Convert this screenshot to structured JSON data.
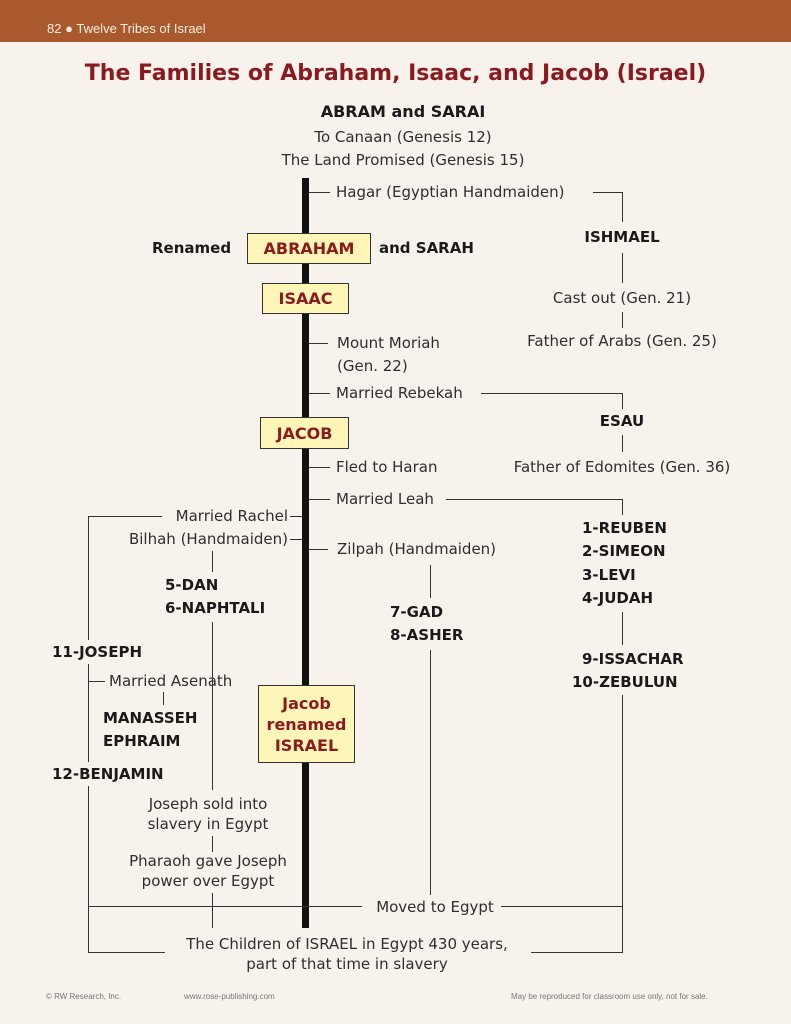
{
  "header": {
    "page_number": "82",
    "bullet": "●",
    "section": "Twelve Tribes of Israel"
  },
  "title": "The Families of Abraham, Isaac, and Jacob (Israel)",
  "top": {
    "names": "ABRAM and SARAI",
    "line1": "To Canaan (Genesis 12)",
    "line2": "The Land Promised (Genesis 15)"
  },
  "abraham": {
    "renamed": "Renamed",
    "box": "ABRAHAM",
    "and_sarah": "and SARAH"
  },
  "hagar": "Hagar (Egyptian Handmaiden)",
  "ishmael": {
    "name": "ISHMAEL",
    "event": "Cast out (Gen. 21)",
    "father": "Father of Arabs (Gen. 25)"
  },
  "isaac": {
    "box": "ISAAC",
    "moriah1": "Mount Moriah",
    "moriah2": "(Gen. 22)",
    "married": "Married Rebekah"
  },
  "esau": {
    "name": "ESAU",
    "father": "Father of Edomites (Gen. 36)"
  },
  "jacob": {
    "box": "JACOB",
    "fled": "Fled to Haran",
    "leah": "Married Leah",
    "rachel": "Married Rachel",
    "bilhah": "Bilhah (Handmaiden)",
    "zilpah": "Zilpah (Handmaiden)"
  },
  "leah_sons": [
    "1-REUBEN",
    "2-SIMEON",
    "3-LEVI",
    "4-JUDAH"
  ],
  "leah_sons2": [
    "9-ISSACHAR",
    "10-ZEBULUN"
  ],
  "bilhah_sons": [
    "5-DAN",
    "6-NAPHTALI"
  ],
  "zilpah_sons": [
    "7-GAD",
    "8-ASHER"
  ],
  "joseph": {
    "name": "11-JOSEPH",
    "married": "Married Asenath",
    "sons": [
      "MANASSEH",
      "EPHRAIM"
    ],
    "benjamin": "12-BENJAMIN"
  },
  "israel_box": [
    "Jacob",
    "renamed",
    "ISRAEL"
  ],
  "events": {
    "sold1": "Joseph sold into",
    "sold2": "slavery in Egypt",
    "pharaoh1": "Pharaoh gave Joseph",
    "pharaoh2": "power over Egypt",
    "moved": "Moved to Egypt",
    "final1": "The Children of ISRAEL in Egypt 430 years,",
    "final2": "part of that time in slavery"
  },
  "footer": {
    "copyright": "© RW Research, Inc.",
    "url": "www.rose-publishing.com",
    "notice": "May be reproduced for classroom use only, not for sale."
  }
}
